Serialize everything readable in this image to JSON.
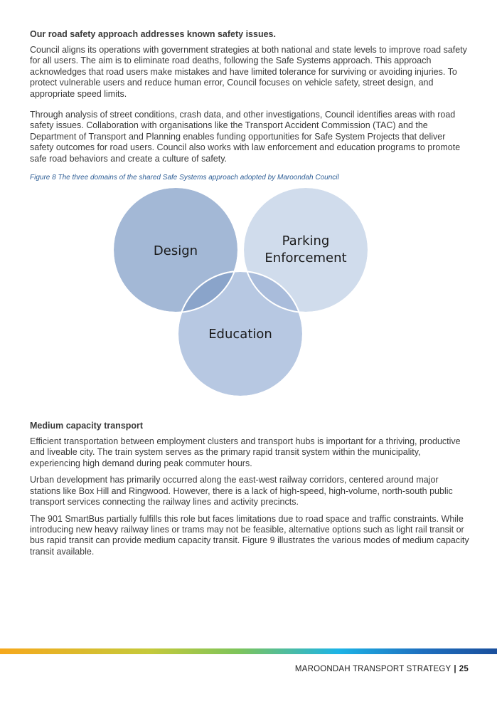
{
  "section1": {
    "heading": "Our road safety approach addresses known safety issues.",
    "paragraphs": [
      "Council aligns its operations with government strategies at both national and state levels to improve road safety for all users. The aim is to eliminate road deaths, following the Safe Systems approach. This approach acknowledges that road users make mistakes and have limited tolerance for surviving or avoiding injuries. To protect vulnerable users and reduce human error, Council focuses on vehicle safety, street design, and appropriate speed limits.",
      "Through analysis of street conditions, crash data, and other investigations, Council identifies areas with road safety issues. Collaboration with organisations like the Transport Accident Commission (TAC) and the Department of Transport and Planning enables funding opportunities for Safe System Projects that deliver safety outcomes for road users. Council also works with law enforcement and education programs to promote safe road behaviors and create a culture of safety."
    ]
  },
  "figure": {
    "caption": "Figure 8 The three domains of the shared Safe Systems approach adopted by Maroondah Council",
    "circles": {
      "design": "Design",
      "parking_line1": "Parking",
      "parking_line2": "Enforcement",
      "education": "Education"
    },
    "colors": {
      "design_fill": "#a3b8d6",
      "parking_fill": "#d0dcec",
      "education_fill": "#b7c8e2",
      "overlap_fill": "#8aa4ca",
      "stroke": "#ffffff",
      "label": "#1a1a1a"
    }
  },
  "section2": {
    "heading": "Medium capacity transport",
    "paragraphs": [
      "Efficient transportation between employment clusters and transport hubs is important for a thriving, productive and liveable city. The train system serves as the primary rapid transit system within the municipality, experiencing high demand during peak commuter hours.",
      "Urban development has primarily occurred along the east-west railway corridors, centered around major stations like Box Hill and Ringwood. However, there is a lack of high-speed, high-volume, north-south public transport services connecting the railway lines and activity precincts.",
      "The 901 SmartBus partially fulfills this role but faces limitations due to road space and traffic constraints. While introducing new heavy railway lines or trams may not be feasible, alternative options such as light rail transit or bus rapid transit can provide medium capacity transit. Figure 9 illustrates the various modes of medium capacity transit available."
    ]
  },
  "footer": {
    "title": "MAROONDAH TRANSPORT STRATEGY",
    "separator": "|",
    "page_number": "25"
  }
}
